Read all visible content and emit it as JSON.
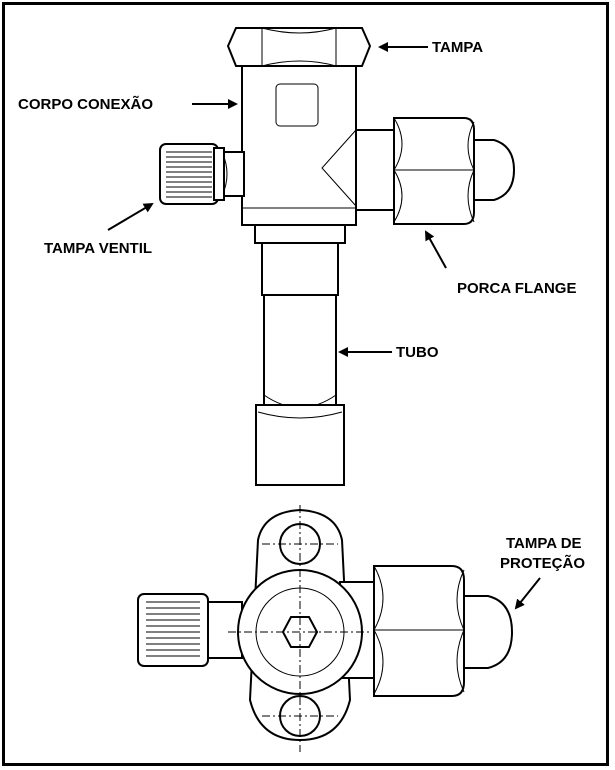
{
  "labels": {
    "tampa": "TAMPA",
    "corpo_conexao": "CORPO CONEXÃO",
    "tampa_ventil": "TAMPA VENTIL",
    "porca_flange": "PORCA FLANGE",
    "tubo": "TUBO",
    "tampa_de_protecao_line1": "TAMPA DE",
    "tampa_de_protecao_line2": "PROTEÇÃO"
  }
}
